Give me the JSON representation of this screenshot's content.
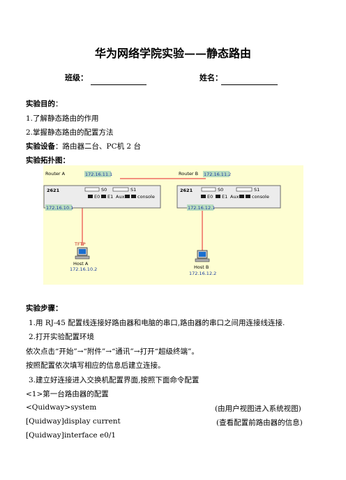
{
  "doc": {
    "title": "华为网络学院实验——静态路由",
    "class_label": "班级：",
    "name_label": "姓名：",
    "purpose_heading": "实验目的",
    "purpose_colon": "：",
    "purpose_items": [
      "1.了解静态路由的作用",
      "2.掌握静态路由的配置方法"
    ],
    "equipment_heading": "实验设备",
    "equipment_text": "：路由器二台、PC机 2 台",
    "topology_heading": "实验拓扑图：",
    "steps_heading": "实验步骤：",
    "steps": [
      "1.用 RJ-45 配置线连接好路由器和电脑的串口,路由器的串口之间用连接线连接.",
      "2.打开实验配置环境",
      "依次点击“开始”→“附件”→“通讯”→打开“超级终端”。",
      "按照配置依次填写相应的信息后建立连接。",
      "3.建立好连接进入交换机配置界面,按照下面命令配置",
      "<1>第一台路由器的配置"
    ],
    "commands": [
      {
        "cmd": "<Quidway>system",
        "note": "(由用户视图进入系统视图)"
      },
      {
        "cmd": "[Quidway]display current",
        "note": "(查看配置前路由器的信息)"
      },
      {
        "cmd": "[Quidway]interface e0/1",
        "note": ""
      }
    ]
  },
  "diagram": {
    "router_a": {
      "name": "Router A",
      "model": "2621",
      "ip_top": "172.16.11.1",
      "ip_bottom": "172.16.10.1",
      "port_s0": "S0",
      "port_s1": "S1",
      "port_e0": "E0",
      "port_e1": "E1",
      "port_aux": "Aux",
      "port_console": "console"
    },
    "router_b": {
      "name": "Router  B",
      "model": "2621",
      "ip_top": "172.16.11.2",
      "ip_bottom": "172.16.12.1",
      "port_s0": "S0",
      "port_s1": "S1",
      "port_e0": "E0",
      "port_e1": "E1",
      "port_aux": "Aux",
      "port_console": "console"
    },
    "host_a": {
      "tag": "TFTP",
      "name": "Host A",
      "ip": "172.16.10.2"
    },
    "host_b": {
      "name": "Host B",
      "ip": "172.16.12.2"
    },
    "colors": {
      "link": "#e8222a",
      "ip_box": "#b8dcc0",
      "router_body": "#ececec",
      "background": "#fefed2",
      "ip_text": "#1a3c9e"
    }
  }
}
